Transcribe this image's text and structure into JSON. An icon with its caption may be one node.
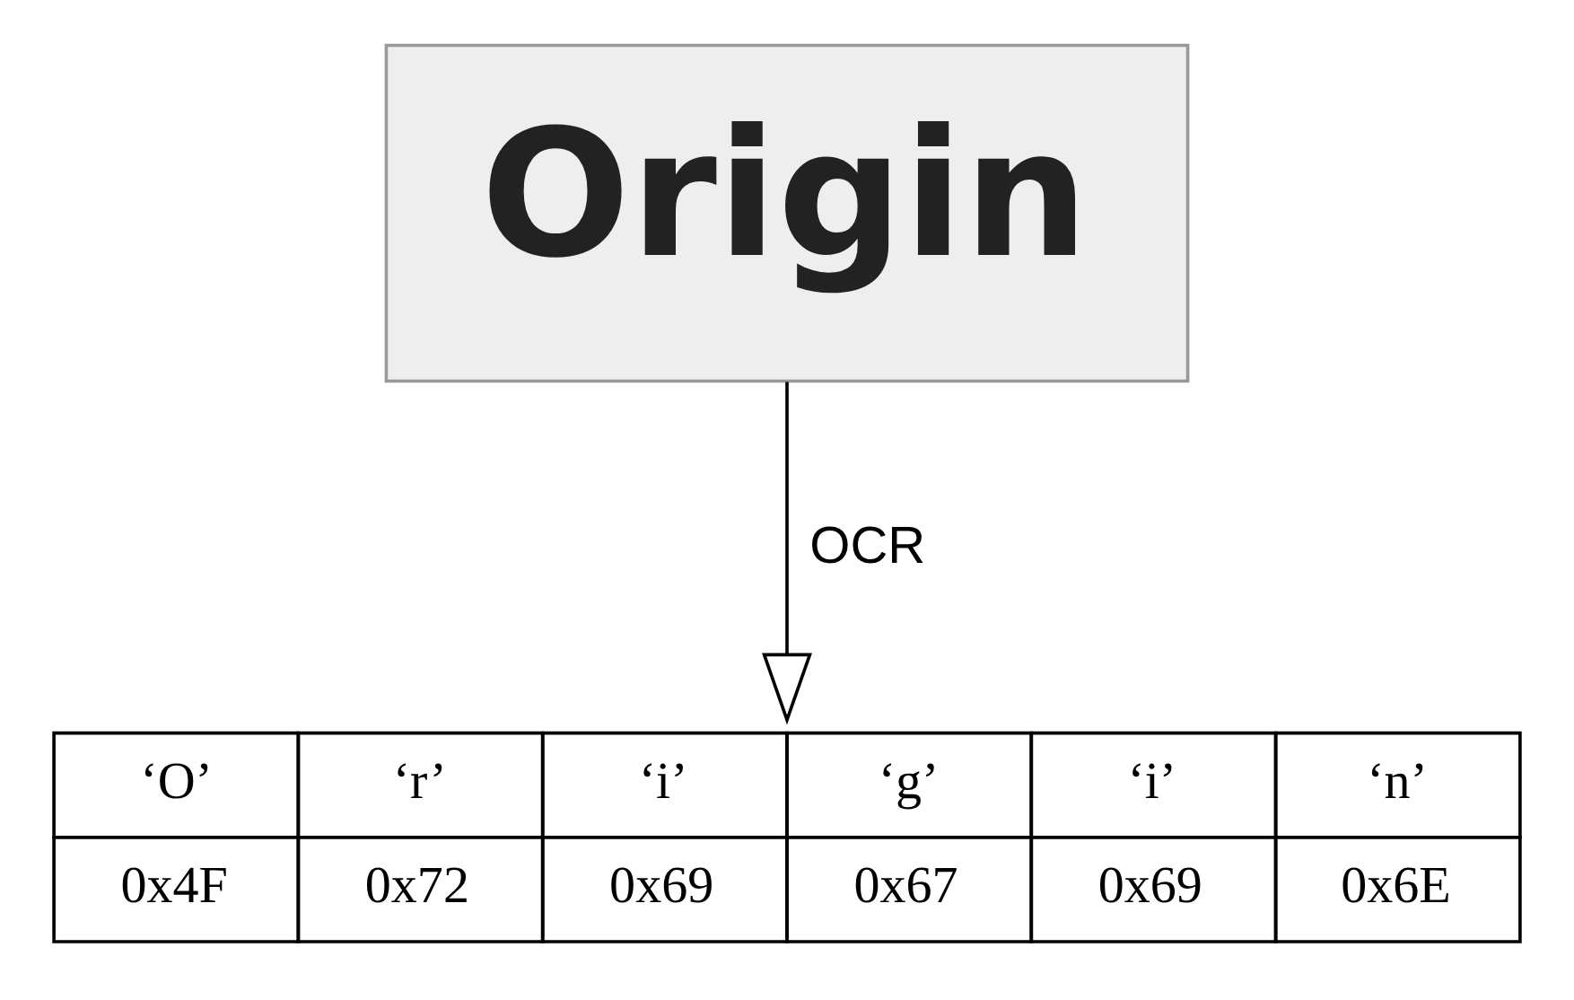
{
  "diagram": {
    "nodes": [
      {
        "text": [
          "Origin"
        ]
      },
      {
        "text": [
          "‘O’",
          "‘r’",
          "‘i’",
          "‘g’",
          "‘i’",
          "‘n’",
          "0x4F",
          "0x72",
          "0x69",
          "0x67",
          "0x69",
          "0x6E"
        ]
      }
    ],
    "edges": [
      {
        "from": 0,
        "to": 1,
        "arrow": "to",
        "label": "OCR"
      }
    ]
  }
}
